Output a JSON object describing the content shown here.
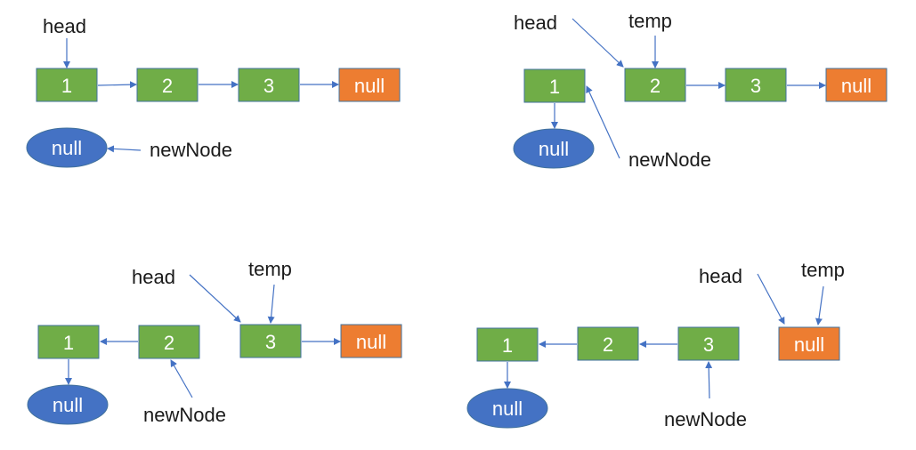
{
  "colors": {
    "node": "#70ad47",
    "null_node": "#ed7d31",
    "null_ellipse": "#4472c4",
    "arrow": "#4472c4"
  },
  "panels": [
    {
      "id": "p1",
      "nodes": [
        "1",
        "2",
        "3"
      ],
      "tail": "null",
      "new_node_value": "null",
      "labels": {
        "head": "head",
        "newNode": "newNode"
      }
    },
    {
      "id": "p2",
      "nodes": [
        "1",
        "2",
        "3"
      ],
      "tail": "null",
      "new_node_value": "null",
      "labels": {
        "head": "head",
        "temp": "temp",
        "newNode": "newNode"
      }
    },
    {
      "id": "p3",
      "nodes": [
        "1",
        "2",
        "3"
      ],
      "tail": "null",
      "new_node_value": "null",
      "labels": {
        "head": "head",
        "temp": "temp",
        "newNode": "newNode"
      }
    },
    {
      "id": "p4",
      "nodes": [
        "1",
        "2",
        "3"
      ],
      "tail": "null",
      "new_node_value": "null",
      "labels": {
        "head": "head",
        "temp": "temp",
        "newNode": "newNode"
      }
    }
  ]
}
